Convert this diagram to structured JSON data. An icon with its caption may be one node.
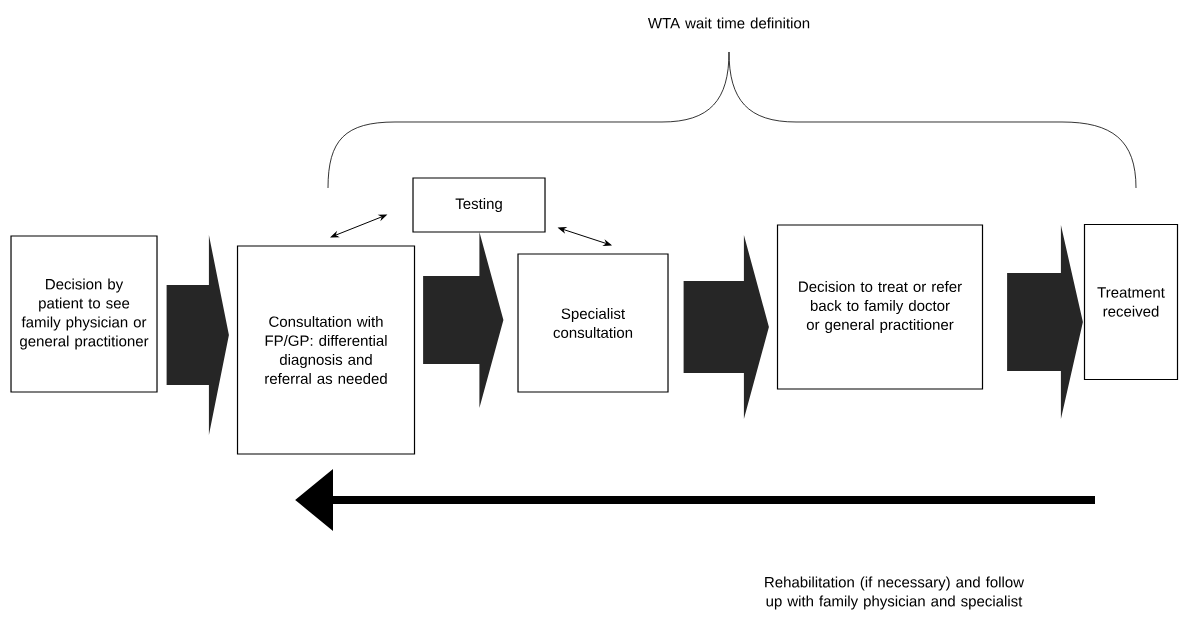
{
  "diagram": {
    "nodes": [
      {
        "text": [
          "Decision by patient to see family physician or general practitioner"
        ]
      },
      {
        "text": [
          "Consultation with FP/GP: differential diagnosis and referral as needed"
        ]
      },
      {
        "text": [
          "Testing"
        ]
      },
      {
        "text": [
          "Specialist consultation"
        ]
      },
      {
        "text": [
          "Decision to treat or refer back to family doctor or general practitioner"
        ]
      },
      {
        "text": [
          "Treatment received"
        ]
      }
    ],
    "edges": [
      {
        "from": 0,
        "to": 1,
        "arrow": "to",
        "style": "thick"
      },
      {
        "from": 1,
        "to": 2,
        "arrow": "both"
      },
      {
        "from": 2,
        "to": 3,
        "arrow": "both"
      },
      {
        "from": 1,
        "to": 3,
        "arrow": "to",
        "style": "thick"
      },
      {
        "from": 3,
        "to": 4,
        "arrow": "to",
        "style": "thick"
      },
      {
        "from": 4,
        "to": 5,
        "arrow": "to",
        "style": "thick"
      }
    ],
    "labels": [
      "WTA wait time definition",
      "Rehabilitation (if necessary) and follow up with family physician and specialist"
    ]
  }
}
